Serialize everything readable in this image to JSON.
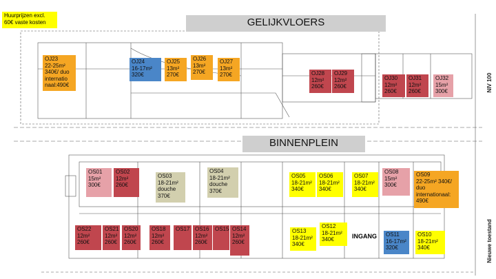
{
  "note": "Huurprijzen excl.\n60€ vaste kosten",
  "banners": {
    "ground_floor": "GELIJKVLOERS",
    "courtyard": "BINNENPLEIN"
  },
  "entrance": "INGANG",
  "side_text": {
    "title": "NIV 100",
    "subtitle": "Nieuwe toestand"
  },
  "colors": {
    "orange": "#f5a623",
    "blue": "#4a86c8",
    "red": "#c0464e",
    "pink": "#e6a1a8",
    "yellow": "#ffff00",
    "khaki": "#d2cfae"
  },
  "rooms": {
    "OJ23": {
      "text": "OJ23\n22-25m²\n340€/ duo\ninternatio\nnaal:490€",
      "color": "orange"
    },
    "OJ24": {
      "text": "OJ24\n16-17m²\n320€",
      "color": "blue"
    },
    "OJ25": {
      "text": "OJ25\n13m²\n270€",
      "color": "orange"
    },
    "OJ26": {
      "text": "OJ26\n13m²\n270€",
      "color": "orange"
    },
    "OJ27": {
      "text": "OJ27\n13m²\n270€",
      "color": "orange"
    },
    "OJ28": {
      "text": "OJ28\n12m²\n260€",
      "color": "red"
    },
    "OJ29": {
      "text": "OJ29\n12m²\n260€",
      "color": "red"
    },
    "OJ30": {
      "text": "OJ30\n12m²\n260€",
      "color": "red"
    },
    "OJ31": {
      "text": "OJ31\n12m²\n260€",
      "color": "red"
    },
    "OJ32": {
      "text": "OJ32\n15m²\n300€",
      "color": "pink"
    },
    "OS01": {
      "text": "OS01\n15m²\n300€",
      "color": "pink"
    },
    "OS02": {
      "text": "OS02\n12m²\n260€",
      "color": "red"
    },
    "OS03": {
      "text": "OS03\n18-21m²\ndouche\n370€",
      "color": "khaki"
    },
    "OS04": {
      "text": "OS04\n18-21m²\ndouche\n370€",
      "color": "khaki"
    },
    "OS05": {
      "text": "OS05\n18-21m²\n340€",
      "color": "yellow"
    },
    "OS06": {
      "text": "OS06\n18-21m²\n340€",
      "color": "yellow"
    },
    "OS07": {
      "text": "OS07\n18-21m²\n340€",
      "color": "yellow"
    },
    "OS08": {
      "text": "OS08\n15m²\n300€",
      "color": "pink"
    },
    "OS09": {
      "text": "OS09\n22-25m² 340€/\nduo\ninternationaal:\n490€",
      "color": "orange"
    },
    "OS22": {
      "text": "OS22\n12m²\n260€",
      "color": "red"
    },
    "OS21": {
      "text": "OS21\n12m²\n260€",
      "color": "red"
    },
    "OS20": {
      "text": "OS20\n12m²\n260€",
      "color": "red"
    },
    "OS18": {
      "text": "OS18\n12m²\n260€",
      "color": "red"
    },
    "OS17": {
      "text": "OS17",
      "color": "red"
    },
    "OS16": {
      "text": "OS16\n12m²\n260€",
      "color": "red"
    },
    "OS15": {
      "text": "OS15",
      "color": "red"
    },
    "OS14": {
      "text": "OS14\n12m²\n260€",
      "color": "red"
    },
    "OS13": {
      "text": "OS13\n18-21m²\n340€",
      "color": "yellow"
    },
    "OS12": {
      "text": "OS12\n18-21m²\n340€",
      "color": "yellow"
    },
    "OS11": {
      "text": "OS11\n16-17m²\n320€",
      "color": "blue"
    },
    "OS10": {
      "text": "OS10\n18-21m²\n340€",
      "color": "yellow"
    }
  }
}
